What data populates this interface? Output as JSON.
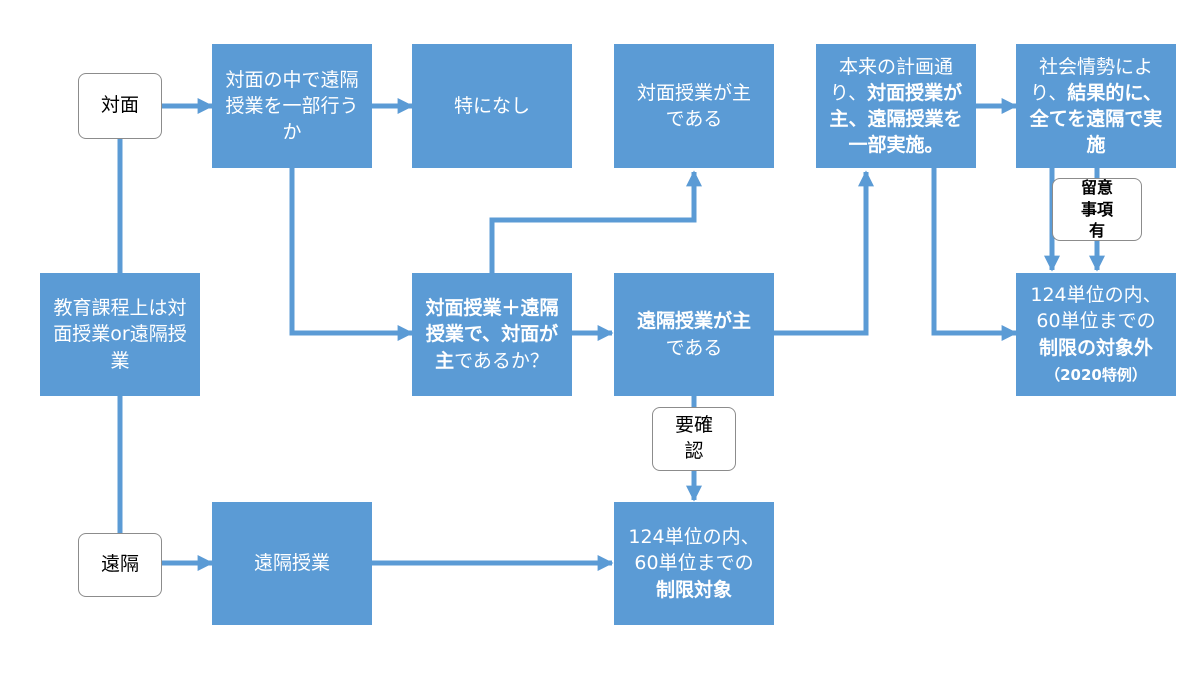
{
  "colors": {
    "box": "#5b9bd5",
    "box_text": "#ffffff",
    "line": "#5b9bd5",
    "pill_border": "#8c8c8c"
  },
  "nodes": {
    "taimen": "対面",
    "enkaku": "遠隔",
    "curriculum": "教育課程上は対面授業or遠隔授業",
    "partial": "対面の中で遠隔授業を一部行うか",
    "none": "特になし",
    "main_face_top": "対面授業が主である",
    "mixed": {
      "b1": "対面授業＋遠隔授業で、対",
      "b2": "面が主",
      "n": "であるか？"
    },
    "remote_main": {
      "b": "遠隔授業が主",
      "n": "である"
    },
    "plan": {
      "n1": "本来の計画通り、",
      "b": "対面授業が主、遠隔授業を一部実施。"
    },
    "social": {
      "n": "社会情勢により、",
      "b": "結果的に、全てを遠隔で実施"
    },
    "remote_class": "遠隔授業",
    "limit_target": {
      "l1": "124単位の内、",
      "l2": "60単位までの",
      "b": "制限対象"
    },
    "limit_exempt": {
      "l1": "124単位の内、",
      "l2": "60単位までの",
      "b": "制限の対象外",
      "s": "（2020特例）"
    }
  },
  "notes": {
    "confirm": "要確認",
    "caution": "留意事項有"
  }
}
